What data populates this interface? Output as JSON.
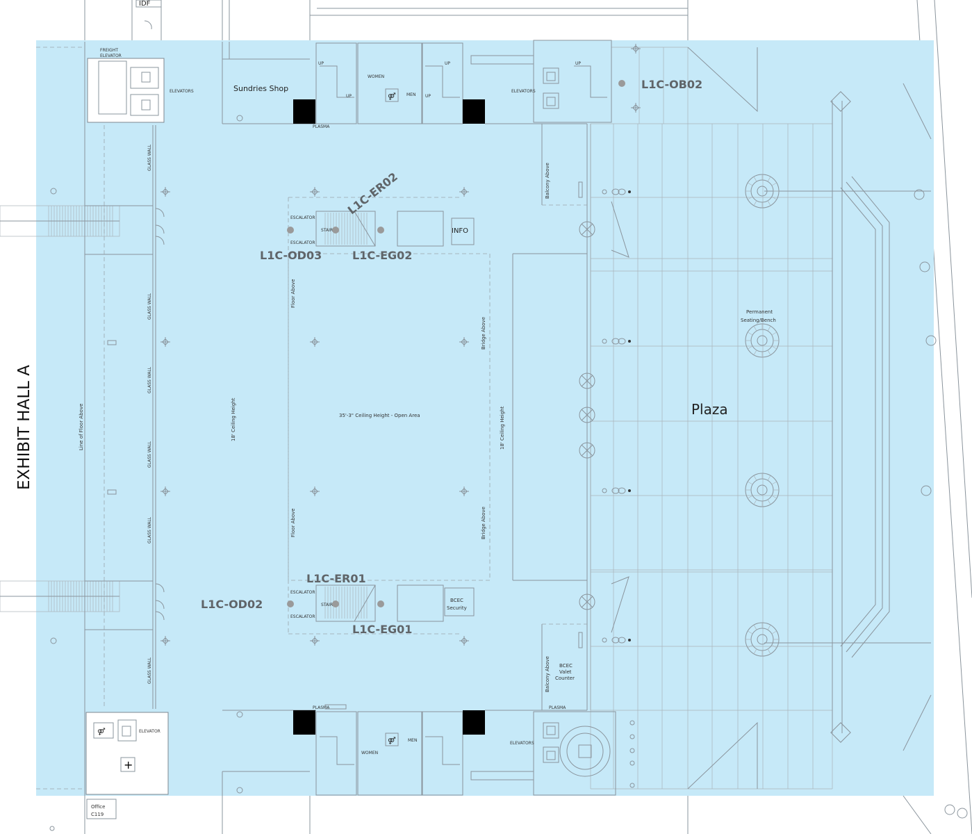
{
  "colors": {
    "zone_fill": "#c6e9f8",
    "marker": "#9a9a9a",
    "marker_text": "#5f6468",
    "line": "#8a949c",
    "column_black": "#000000"
  },
  "hall_label": "EXHIBIT HALL A",
  "rooms": {
    "idf": "IDF",
    "freight_elevator": "FREIGHT ELEVATOR",
    "elevators": "ELEVATORS",
    "elevator": "ELEVATOR",
    "sundries_shop": "Sundries Shop",
    "plasma": "PLASMA",
    "women": "WOMEN",
    "men": "MEN",
    "up": "UP",
    "info": "INFO",
    "escalator": "ESCALATOR",
    "stair": "STAIR",
    "bcec_security": [
      "BCEC",
      "Security"
    ],
    "bcec_valet_counter": [
      "BCEC",
      "Valet",
      "Counter"
    ],
    "office": [
      "Office",
      "C119"
    ],
    "permanent_seating": [
      "Permanent",
      "Seating/Bench"
    ],
    "plaza": "Plaza"
  },
  "annotations": {
    "glass_wall": "GLASS WALL",
    "line_of_floor_above": "Line of Floor Above",
    "ceiling_18_left": "18' Ceiling Height",
    "ceiling_18_right": "18' Ceiling Height",
    "open_area": "35'-3\" Ceiling Height - Open Area",
    "floor_above": "Floor Above",
    "bridge_above": "Bridge Above",
    "balcony_above": "Balcony Above"
  },
  "markers": [
    {
      "id": "L1C-OB02",
      "label": "L1C-OB02"
    },
    {
      "id": "L1C-ER02",
      "label": "L1C-ER02"
    },
    {
      "id": "L1C-OD03",
      "label": "L1C-OD03"
    },
    {
      "id": "L1C-EG02",
      "label": "L1C-EG02"
    },
    {
      "id": "L1C-ER01",
      "label": "L1C-ER01"
    },
    {
      "id": "L1C-OD02",
      "label": "L1C-OD02"
    },
    {
      "id": "L1C-EG01",
      "label": "L1C-EG01"
    }
  ]
}
